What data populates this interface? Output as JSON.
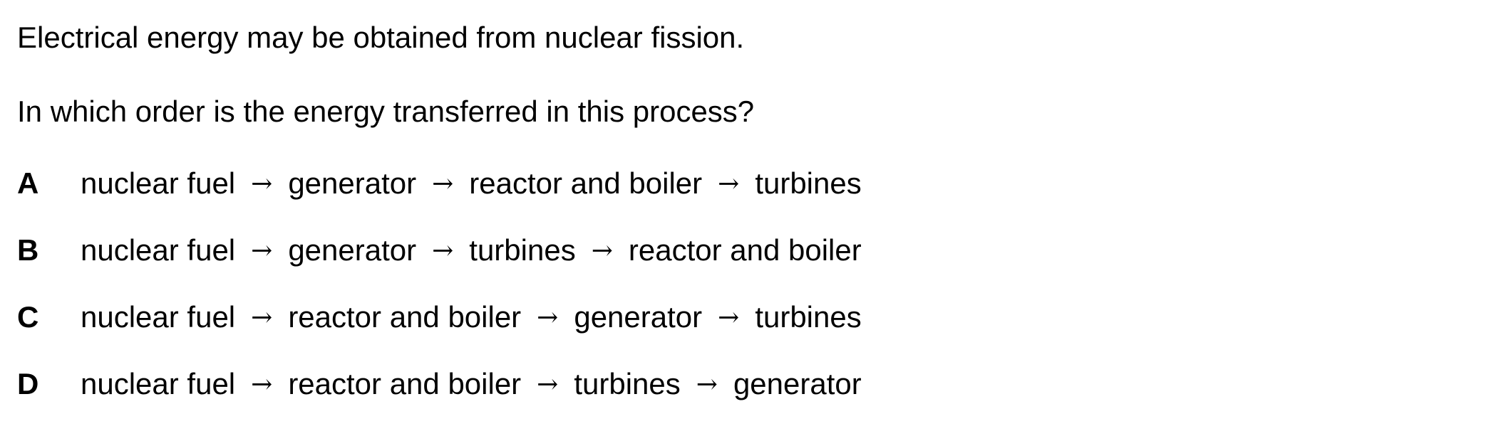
{
  "question": {
    "intro": "Electrical energy may be obtained from nuclear fission.",
    "prompt": "In which order is the energy transferred in this process?",
    "arrow_symbol": "→"
  },
  "options": [
    {
      "letter": "A",
      "steps": [
        "nuclear fuel",
        "generator",
        "reactor and boiler",
        "turbines"
      ]
    },
    {
      "letter": "B",
      "steps": [
        "nuclear fuel",
        "generator",
        "turbines",
        "reactor and boiler"
      ]
    },
    {
      "letter": "C",
      "steps": [
        "nuclear fuel",
        "reactor and boiler",
        "generator",
        "turbines"
      ]
    },
    {
      "letter": "D",
      "steps": [
        "nuclear fuel",
        "reactor and boiler",
        "turbines",
        "generator"
      ]
    }
  ]
}
